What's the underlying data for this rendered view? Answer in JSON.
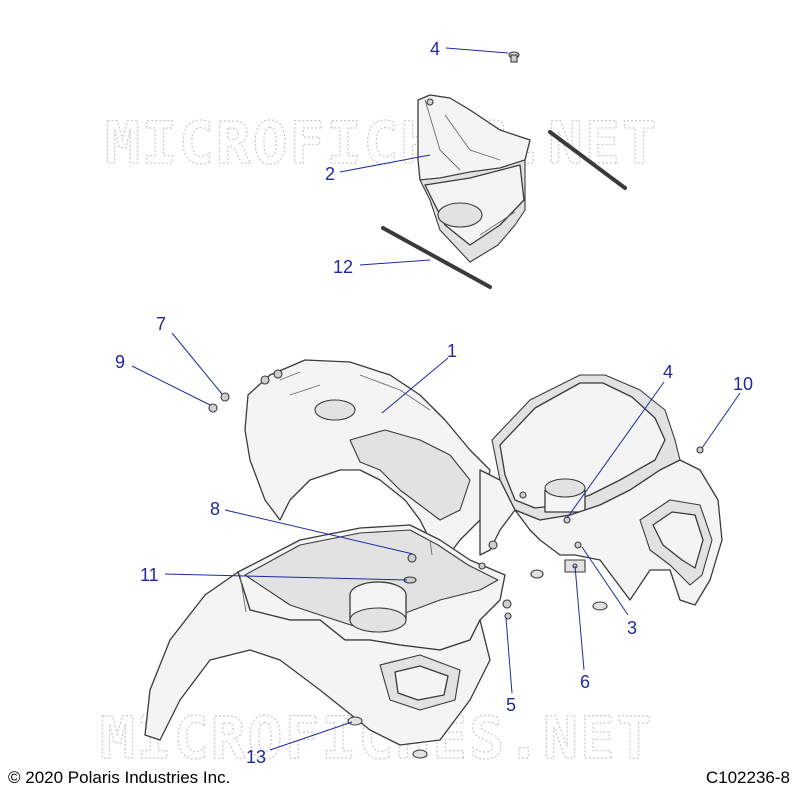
{
  "watermark_text": "MICROFICHES.NET",
  "callouts": [
    {
      "id": "c4-top",
      "label": "4"
    },
    {
      "id": "c2",
      "label": "2"
    },
    {
      "id": "c12",
      "label": "12"
    },
    {
      "id": "c7",
      "label": "7"
    },
    {
      "id": "c9",
      "label": "9"
    },
    {
      "id": "c1",
      "label": "1"
    },
    {
      "id": "c4-mid",
      "label": "4"
    },
    {
      "id": "c10",
      "label": "10"
    },
    {
      "id": "c8",
      "label": "8"
    },
    {
      "id": "c11",
      "label": "11"
    },
    {
      "id": "c3",
      "label": "3"
    },
    {
      "id": "c6",
      "label": "6"
    },
    {
      "id": "c5",
      "label": "5"
    },
    {
      "id": "c13",
      "label": "13"
    }
  ],
  "footer": {
    "copyright": "© 2020 Polaris Industries Inc.",
    "drawing_number": "C102236-8"
  },
  "colors": {
    "callout": "#1f2aa0",
    "watermark": "#c9c9c9"
  }
}
